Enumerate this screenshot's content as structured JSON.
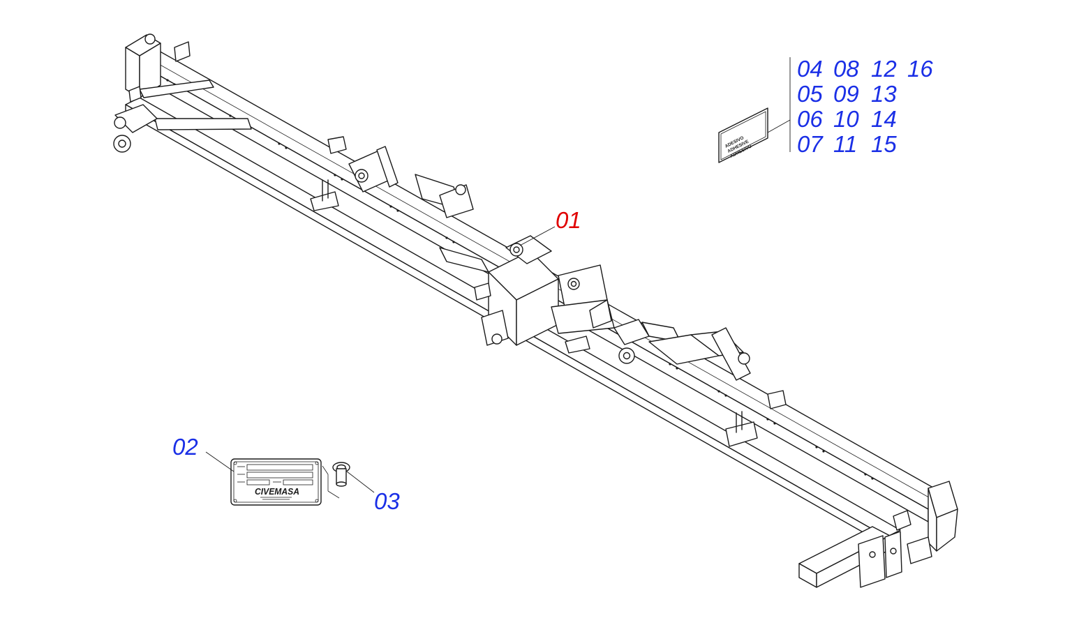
{
  "callouts": {
    "main_frame": "01",
    "id_plate": "02",
    "rivet": "03"
  },
  "sticker_numbers": [
    [
      "04",
      "08",
      "12",
      "16"
    ],
    [
      "05",
      "09",
      "13"
    ],
    [
      "06",
      "10",
      "14"
    ],
    [
      "07",
      "11",
      "15"
    ]
  ],
  "sticker_lines": [
    "ADESIVO",
    "ADHESIVE",
    "ADHESIVO"
  ],
  "plate_brand": "CIVEMASA",
  "colors": {
    "callout_primary": "#e00000",
    "callout_secondary": "#1a2fe6",
    "line": "#1a1a1a",
    "background": "#ffffff"
  }
}
